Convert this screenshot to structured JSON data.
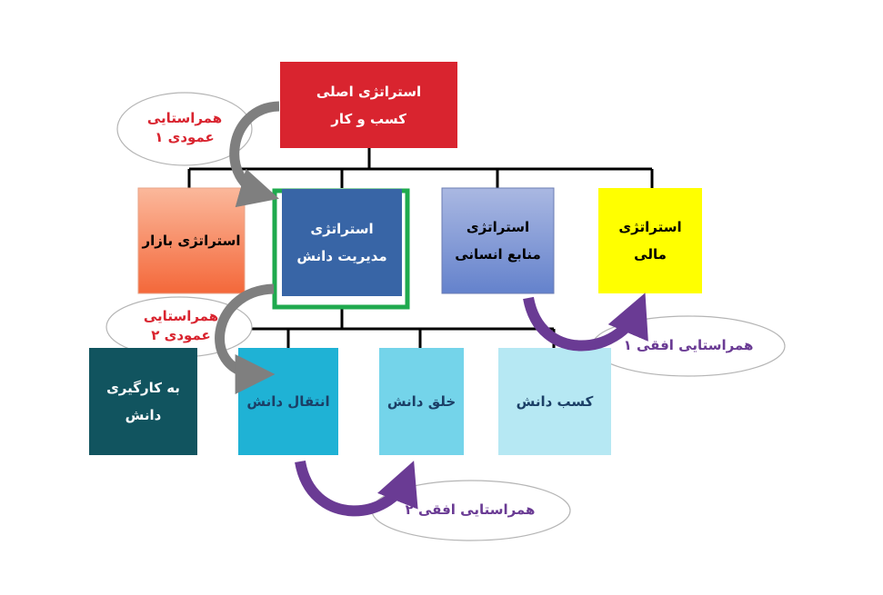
{
  "top": {
    "line1": "استراتژی اصلی",
    "line2": "کسب و کار",
    "color": "#d9242f"
  },
  "level2": {
    "market": {
      "line1": "استراتژی بازار"
    },
    "km": {
      "line1": "استراتژی",
      "line2": "مدیریت دانش"
    },
    "hr": {
      "line1": "استراتژی",
      "line2": "منابع انسانی"
    },
    "finance": {
      "line1": "استراتژی",
      "line2": "مالی"
    }
  },
  "level3": {
    "apply": {
      "line1": "به کارگیری دانش"
    },
    "transfer": {
      "line1": "انتقال دانش"
    },
    "create": {
      "line1": "خلق دانش"
    },
    "acquire": {
      "line1": "کسب دانش"
    }
  },
  "alignments": {
    "vertical1": {
      "line1": "همراستایی",
      "line2": "عمودی ۱"
    },
    "vertical2": {
      "line1": "همراستایی",
      "line2": "عمودی ۲"
    },
    "horizontal1": {
      "line1": "همراستایی افقی ۱"
    },
    "horizontal2": {
      "line1": "همراستایی افقی ۲"
    }
  },
  "colors": {
    "vertical_label": "#d9242f",
    "horizontal_label": "#6a3b94",
    "horizontal_arrow": "#6a3b94",
    "vertical_arrow": "#7f7f7f"
  }
}
